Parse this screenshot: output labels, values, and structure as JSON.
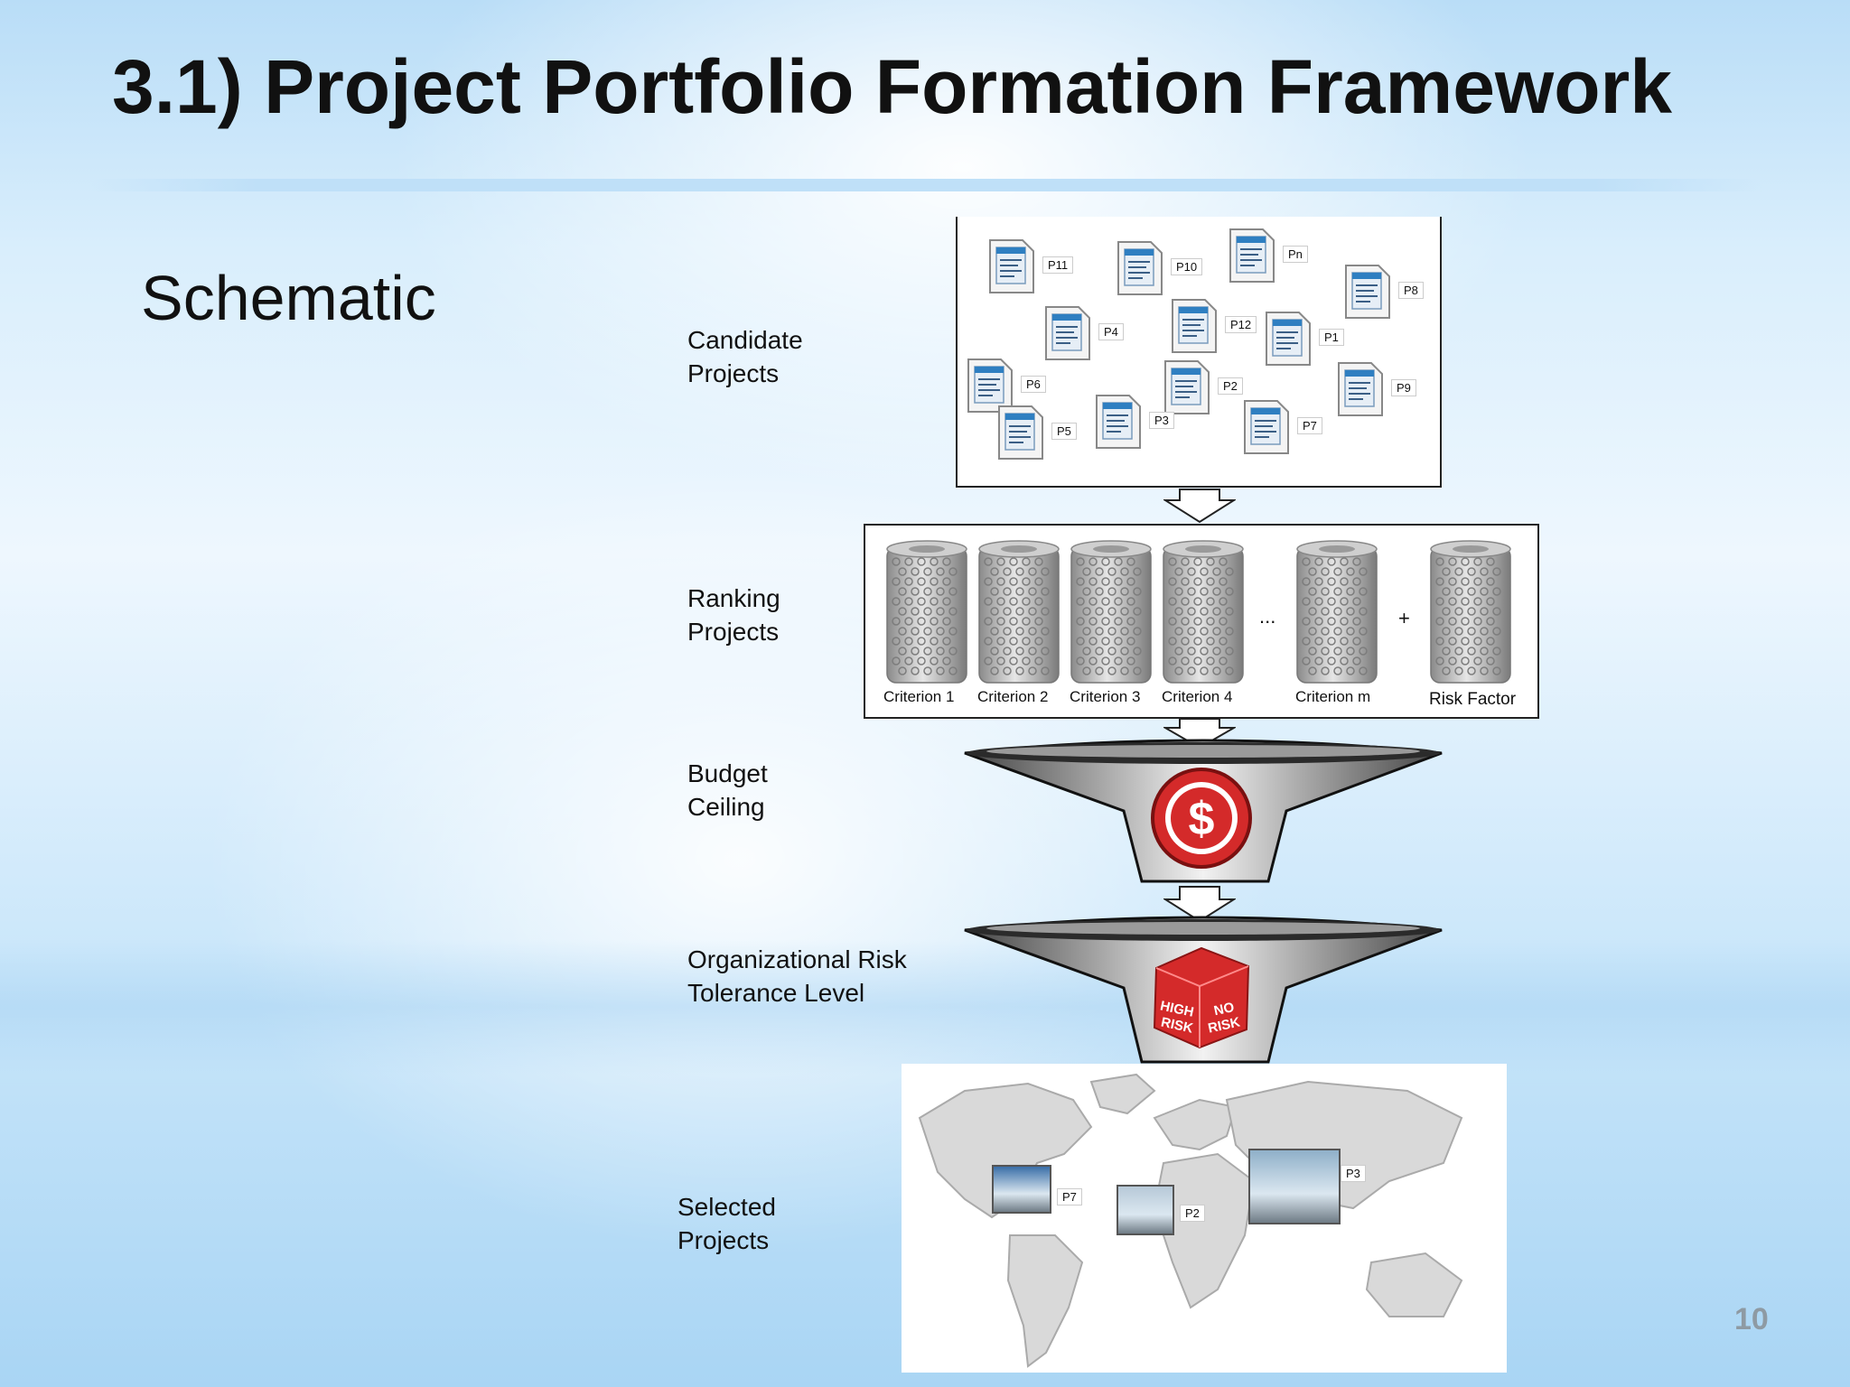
{
  "title": "3.1) Project Portfolio Formation Framework",
  "subtitle": "Schematic",
  "page_number": "10",
  "stages": [
    {
      "line1": "Candidate",
      "line2": "Projects"
    },
    {
      "line1": "Ranking",
      "line2": "Projects"
    },
    {
      "line1": "Budget",
      "line2": "Ceiling"
    },
    {
      "line1": "Organizational Risk",
      "line2": "Tolerance Level"
    },
    {
      "line1": "Selected",
      "line2": "Projects"
    }
  ],
  "candidate_projects": [
    "P11",
    "P10",
    "Pn",
    "P8",
    "P4",
    "P12",
    "P1",
    "P6",
    "P2",
    "P9",
    "P5",
    "P3",
    "P7"
  ],
  "criteria": [
    "Criterion 1",
    "Criterion 2",
    "Criterion 3",
    "Criterion 4",
    "Criterion m",
    "Risk Factor"
  ],
  "ellipsis": "...",
  "plus": "+",
  "budget_icon": "$",
  "risk_dice": {
    "face1": "HIGH RISK",
    "face2": "NO RISK"
  },
  "selected_projects": [
    "P7",
    "P2",
    "P3"
  ],
  "colors": {
    "budget_red": "#d42a2a",
    "doc_blue": "#2f7fc1",
    "title": "#111111"
  }
}
